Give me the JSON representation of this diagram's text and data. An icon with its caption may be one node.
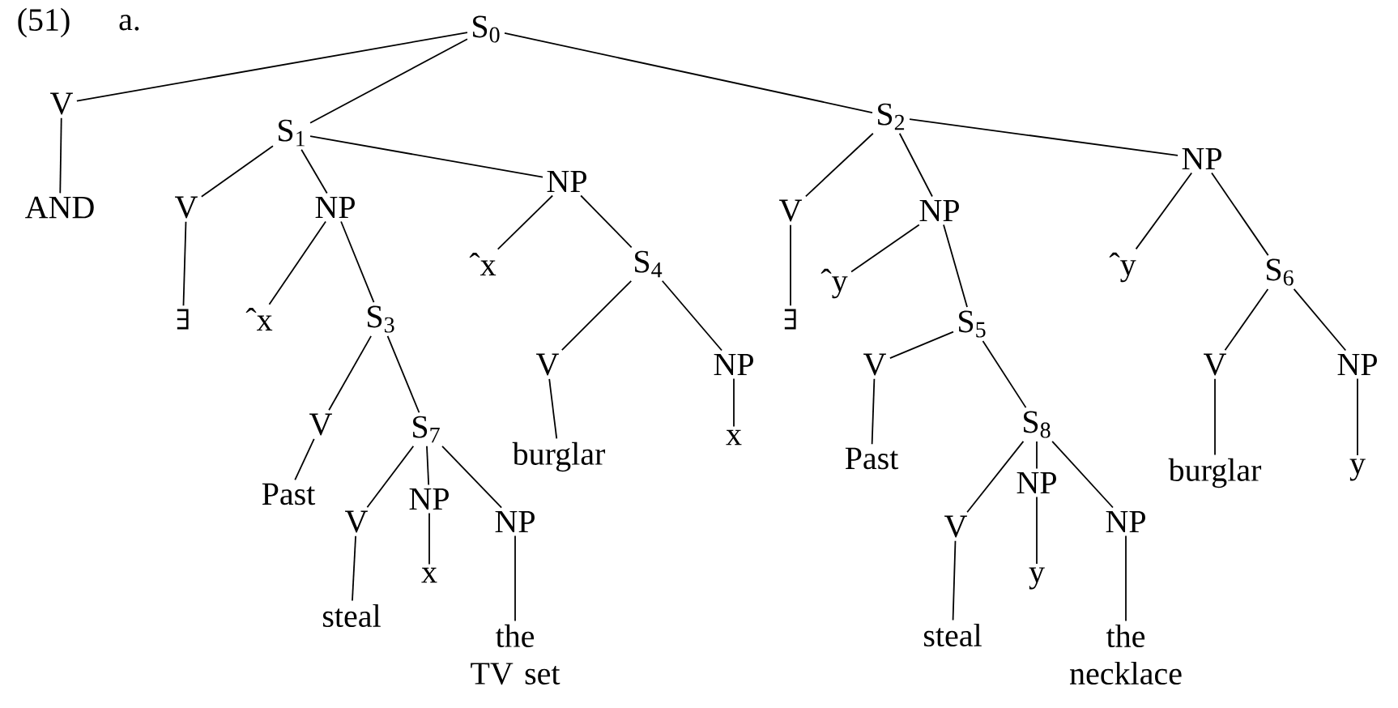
{
  "diagram": {
    "nodes": [
      {
        "text": [
          "S$_{0}$"
        ]
      },
      {
        "text": [
          "V"
        ]
      },
      {
        "text": [
          "AND"
        ]
      },
      {
        "text": [
          "S$_{1}$"
        ]
      },
      {
        "text": [
          "V"
        ]
      },
      {
        "text": [
          "NP"
        ]
      },
      {
        "text": [
          "∃"
        ]
      },
      {
        "text": [
          "ˆx"
        ]
      },
      {
        "text": [
          "S$_{3}$"
        ]
      },
      {
        "text": [
          "V"
        ]
      },
      {
        "text": [
          "S$_{7}$"
        ]
      },
      {
        "text": [
          "Past"
        ]
      },
      {
        "text": [
          "V"
        ]
      },
      {
        "text": [
          "NP"
        ]
      },
      {
        "text": [
          "NP"
        ]
      },
      {
        "text": [
          "steal"
        ]
      },
      {
        "text": [
          "x"
        ]
      },
      {
        "text": [
          "the TV set"
        ]
      },
      {
        "text": [
          "NP"
        ]
      },
      {
        "text": [
          "ˆx"
        ]
      },
      {
        "text": [
          "S$_{4}$"
        ]
      },
      {
        "text": [
          "V"
        ]
      },
      {
        "text": [
          "NP"
        ]
      },
      {
        "text": [
          "burglar"
        ]
      },
      {
        "text": [
          "x"
        ]
      },
      {
        "text": [
          "S$_{2}$"
        ]
      },
      {
        "text": [
          "V"
        ]
      },
      {
        "text": [
          "NP"
        ]
      },
      {
        "text": [
          "∃"
        ]
      },
      {
        "text": [
          "ˆy"
        ]
      },
      {
        "text": [
          "S$_{5}$"
        ]
      },
      {
        "text": [
          "V"
        ]
      },
      {
        "text": [
          "Past"
        ]
      },
      {
        "text": [
          "S$_{8}$"
        ]
      },
      {
        "text": [
          "V"
        ]
      },
      {
        "text": [
          "NP"
        ]
      },
      {
        "text": [
          "NP"
        ]
      },
      {
        "text": [
          "steal"
        ]
      },
      {
        "text": [
          "y"
        ]
      },
      {
        "text": [
          "the necklace"
        ]
      },
      {
        "text": [
          "NP"
        ]
      },
      {
        "text": [
          "ˆy"
        ]
      },
      {
        "text": [
          "S$_{6}$"
        ]
      },
      {
        "text": [
          "V"
        ]
      },
      {
        "text": [
          "NP"
        ]
      },
      {
        "text": [
          "burglar"
        ]
      },
      {
        "text": [
          "y"
        ]
      }
    ],
    "edges": [
      {
        "from": 0,
        "to": 1,
        "arrow": "none"
      },
      {
        "from": 0,
        "to": 3,
        "arrow": "none"
      },
      {
        "from": 0,
        "to": 25,
        "arrow": "none"
      },
      {
        "from": 1,
        "to": 2,
        "arrow": "none"
      },
      {
        "from": 3,
        "to": 4,
        "arrow": "none"
      },
      {
        "from": 3,
        "to": 5,
        "arrow": "none"
      },
      {
        "from": 3,
        "to": 18,
        "arrow": "none"
      },
      {
        "from": 4,
        "to": 6,
        "arrow": "none"
      },
      {
        "from": 5,
        "to": 7,
        "arrow": "none"
      },
      {
        "from": 5,
        "to": 8,
        "arrow": "none"
      },
      {
        "from": 8,
        "to": 9,
        "arrow": "none"
      },
      {
        "from": 8,
        "to": 10,
        "arrow": "none"
      },
      {
        "from": 9,
        "to": 11,
        "arrow": "none"
      },
      {
        "from": 10,
        "to": 12,
        "arrow": "none"
      },
      {
        "from": 10,
        "to": 13,
        "arrow": "none"
      },
      {
        "from": 10,
        "to": 14,
        "arrow": "none"
      },
      {
        "from": 12,
        "to": 15,
        "arrow": "none"
      },
      {
        "from": 13,
        "to": 16,
        "arrow": "none"
      },
      {
        "from": 14,
        "to": 17,
        "arrow": "none"
      },
      {
        "from": 18,
        "to": 19,
        "arrow": "none"
      },
      {
        "from": 18,
        "to": 20,
        "arrow": "none"
      },
      {
        "from": 20,
        "to": 21,
        "arrow": "none"
      },
      {
        "from": 20,
        "to": 22,
        "arrow": "none"
      },
      {
        "from": 21,
        "to": 23,
        "arrow": "none"
      },
      {
        "from": 22,
        "to": 24,
        "arrow": "none"
      },
      {
        "from": 25,
        "to": 26,
        "arrow": "none"
      },
      {
        "from": 25,
        "to": 27,
        "arrow": "none"
      },
      {
        "from": 25,
        "to": 40,
        "arrow": "none"
      },
      {
        "from": 26,
        "to": 28,
        "arrow": "none"
      },
      {
        "from": 27,
        "to": 29,
        "arrow": "none"
      },
      {
        "from": 27,
        "to": 30,
        "arrow": "none"
      },
      {
        "from": 30,
        "to": 31,
        "arrow": "none"
      },
      {
        "from": 30,
        "to": 33,
        "arrow": "none"
      },
      {
        "from": 31,
        "to": 32,
        "arrow": "none"
      },
      {
        "from": 33,
        "to": 34,
        "arrow": "none"
      },
      {
        "from": 33,
        "to": 35,
        "arrow": "none"
      },
      {
        "from": 33,
        "to": 36,
        "arrow": "none"
      },
      {
        "from": 34,
        "to": 37,
        "arrow": "none"
      },
      {
        "from": 35,
        "to": 38,
        "arrow": "none"
      },
      {
        "from": 36,
        "to": 39,
        "arrow": "none"
      },
      {
        "from": 40,
        "to": 41,
        "arrow": "none"
      },
      {
        "from": 40,
        "to": 42,
        "arrow": "none"
      },
      {
        "from": 42,
        "to": 43,
        "arrow": "none"
      },
      {
        "from": 42,
        "to": 44,
        "arrow": "none"
      },
      {
        "from": 43,
        "to": 45,
        "arrow": "none"
      },
      {
        "from": 44,
        "to": 46,
        "arrow": "none"
      }
    ],
    "labels": [
      "(51)",
      "a."
    ]
  }
}
